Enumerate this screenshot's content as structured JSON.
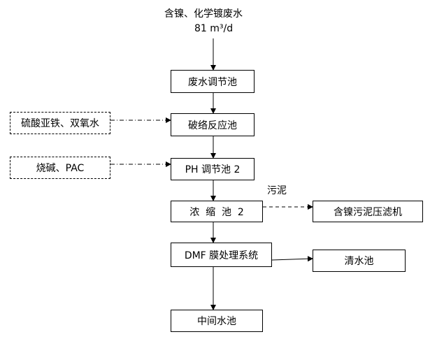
{
  "source": {
    "title": "含镍、化学镀废水",
    "flow_value": "81 m³/d"
  },
  "nodes": {
    "adjust_pool": "废水调节池",
    "break_complex_pool": "破络反应池",
    "ph_adjust_pool": "PH 调节池 2",
    "thickener_pool": "浓  缩  池  2",
    "dmf_system": "DMF 膜处理系统",
    "middle_pool": "中间水池",
    "filter_press": "含镍污泥压滤机",
    "clear_pool": "清水池"
  },
  "reagents": {
    "reagent_1": "硫酸亚铁、双氧水",
    "reagent_2": "烧碱、PAC"
  },
  "labels": {
    "sludge": "污泥"
  }
}
